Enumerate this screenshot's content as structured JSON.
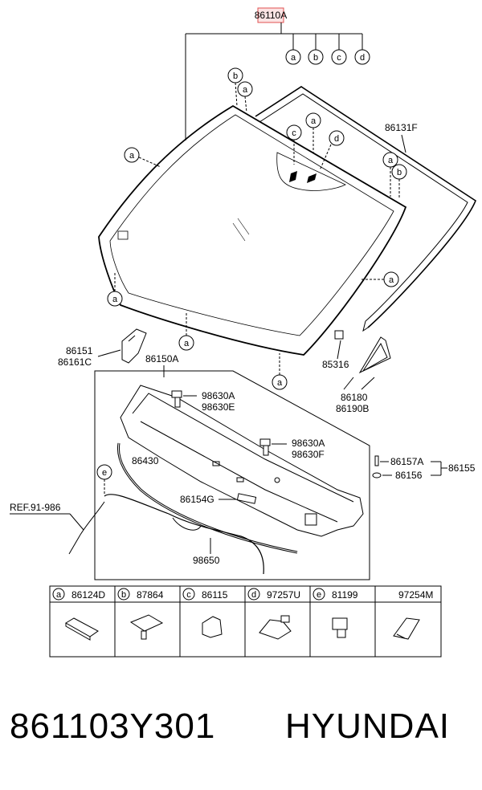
{
  "parts": {
    "main": "86110A",
    "moulding": "86131F",
    "cover_bracket_upper": "86151",
    "cover_bracket_lower": "86161C",
    "cowl_panel": "86150A",
    "clip_set1_a": "98630A",
    "clip_set1_b": "98630E",
    "clip_set2_a": "98630A",
    "clip_set2_b": "98630F",
    "weatherstrip": "86430",
    "pad": "86154G",
    "hose": "98650",
    "ref": "REF.91-986",
    "clip_85316": "85316",
    "garnish_l": "86180",
    "garnish_r": "86190B",
    "screw": "86157A",
    "grommet": "86156",
    "assembly_86155": "86155"
  },
  "callouts": {
    "a": "a",
    "b": "b",
    "c": "c",
    "d": "d",
    "e": "e"
  },
  "legend": [
    {
      "letter": "a",
      "part": "86124D"
    },
    {
      "letter": "b",
      "part": "87864"
    },
    {
      "letter": "c",
      "part": "86115"
    },
    {
      "letter": "d",
      "part": "97257U"
    },
    {
      "letter": "e",
      "part": "81199"
    },
    {
      "letter": "",
      "part": "97254M"
    }
  ],
  "footer": {
    "part_number": "861103Y301",
    "brand": "HYUNDAI"
  },
  "colors": {
    "highlight_border": "#e05050",
    "highlight_fill": "#fbe4e4",
    "line": "#000000"
  }
}
